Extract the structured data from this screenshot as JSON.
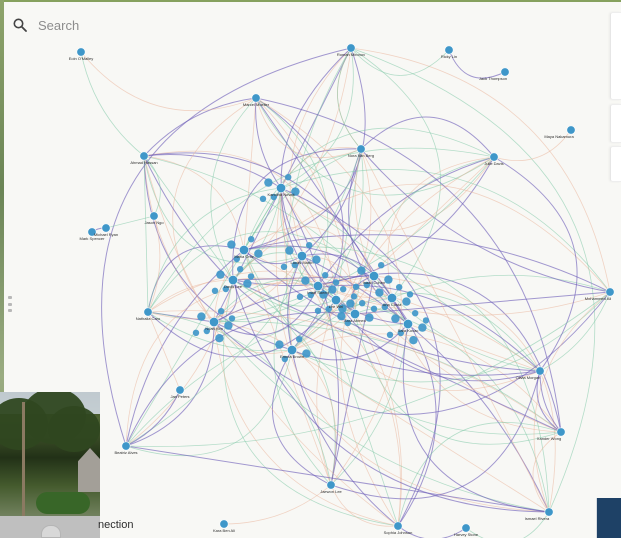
{
  "search": {
    "label": "Search"
  },
  "connection": {
    "label": "nection"
  },
  "graph": {
    "nodes": [
      {
        "id": "n0",
        "label": "Eoin O'Malley"
      },
      {
        "id": "n1",
        "label": "Roman Mironov"
      },
      {
        "id": "n2",
        "label": "Ricky Lin"
      },
      {
        "id": "n3",
        "label": "Jack Thompson"
      },
      {
        "id": "n4",
        "label": "Maya Nakamura"
      },
      {
        "id": "n5",
        "label": "Ahmad Hassan"
      },
      {
        "id": "n6",
        "label": "Marcel Moeller"
      },
      {
        "id": "n7",
        "label": "Nora Van Berg"
      },
      {
        "id": "n8",
        "label": "Julie Davis"
      },
      {
        "id": "n9",
        "label": "Mark Spencer"
      },
      {
        "id": "n10",
        "label": "Michael Ryan"
      },
      {
        "id": "n11",
        "label": "Jason Ngo"
      },
      {
        "id": "n12",
        "label": "Nathalia Caro"
      },
      {
        "id": "n13",
        "label": "Beatriz Alves"
      },
      {
        "id": "n14",
        "label": "Kara Ben Ali"
      },
      {
        "id": "n15",
        "label": "Jaewon Lee"
      },
      {
        "id": "n16",
        "label": "Sophia Johnson"
      },
      {
        "id": "n17",
        "label": "Harvey Stone"
      },
      {
        "id": "n18",
        "label": "Ismael Rivera"
      },
      {
        "id": "n19",
        "label": "Xander Wong"
      },
      {
        "id": "n20",
        "label": "Olivia Morgan"
      },
      {
        "id": "n21",
        "label": "Mohammed Ali"
      },
      {
        "id": "n22",
        "label": "Jan Peters"
      },
      {
        "id": "n23",
        "label": "Maria Ortiz"
      },
      {
        "id": "n24",
        "label": "Karolina Novak"
      },
      {
        "id": "n25",
        "label": "David Lee"
      },
      {
        "id": "n26",
        "label": "Noah Kim"
      },
      {
        "id": "n27",
        "label": "Emma Brown"
      },
      {
        "id": "n28",
        "label": "Lucas Martin"
      },
      {
        "id": "n29",
        "label": "Iman Saeed"
      },
      {
        "id": "n30",
        "label": "Lee Wei"
      },
      {
        "id": "n31",
        "label": "Zara Ahmed"
      },
      {
        "id": "n32",
        "label": "Isaac Cohen"
      },
      {
        "id": "n33",
        "label": "Ana Costa"
      },
      {
        "id": "n34",
        "label": "Sara Kovac"
      }
    ]
  },
  "colors": {
    "background": "#f8f8f5",
    "node": "#3f97c9",
    "edge_purple": "#6c5cb8",
    "edge_green": "#7cc7a4",
    "edge_orange": "#e9b59a"
  }
}
